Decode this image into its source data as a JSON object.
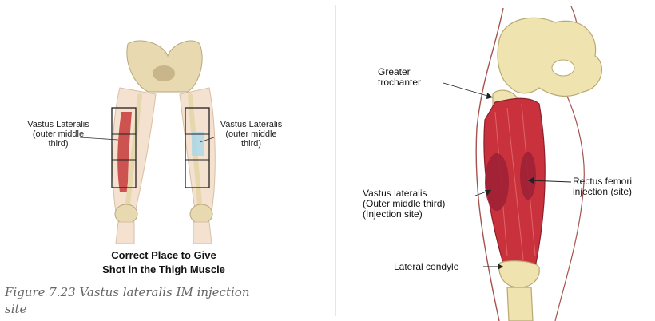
{
  "left": {
    "label_left": [
      "Vastus Lateralis",
      "(outer middle",
      "third)"
    ],
    "label_right": [
      "Vastus Lateralis",
      "(outer middle",
      "third)"
    ],
    "caption_line1": "Correct Place to Give",
    "caption_line2": "Shot in the Thigh Muscle",
    "figure_caption_line1": "Figure 7.23 Vastus lateralis IM injection",
    "figure_caption_line2": "site"
  },
  "right": {
    "greater_trochanter": [
      "Greater",
      "trochanter"
    ],
    "rectus_femoris": [
      "Rectus femori",
      "injection (site)"
    ],
    "vastus_lateralis": [
      "Vastus lateralis",
      "(Outer middle third)",
      "(Injection site)"
    ],
    "lateral_condyle": "Lateral condyle"
  },
  "colors": {
    "bone": "#efe3b0",
    "muscle": "#c9323c",
    "muscle_dark": "#9e2035",
    "skin_outline": "#a5524f",
    "highlight_blue": "#a8d8ea"
  }
}
